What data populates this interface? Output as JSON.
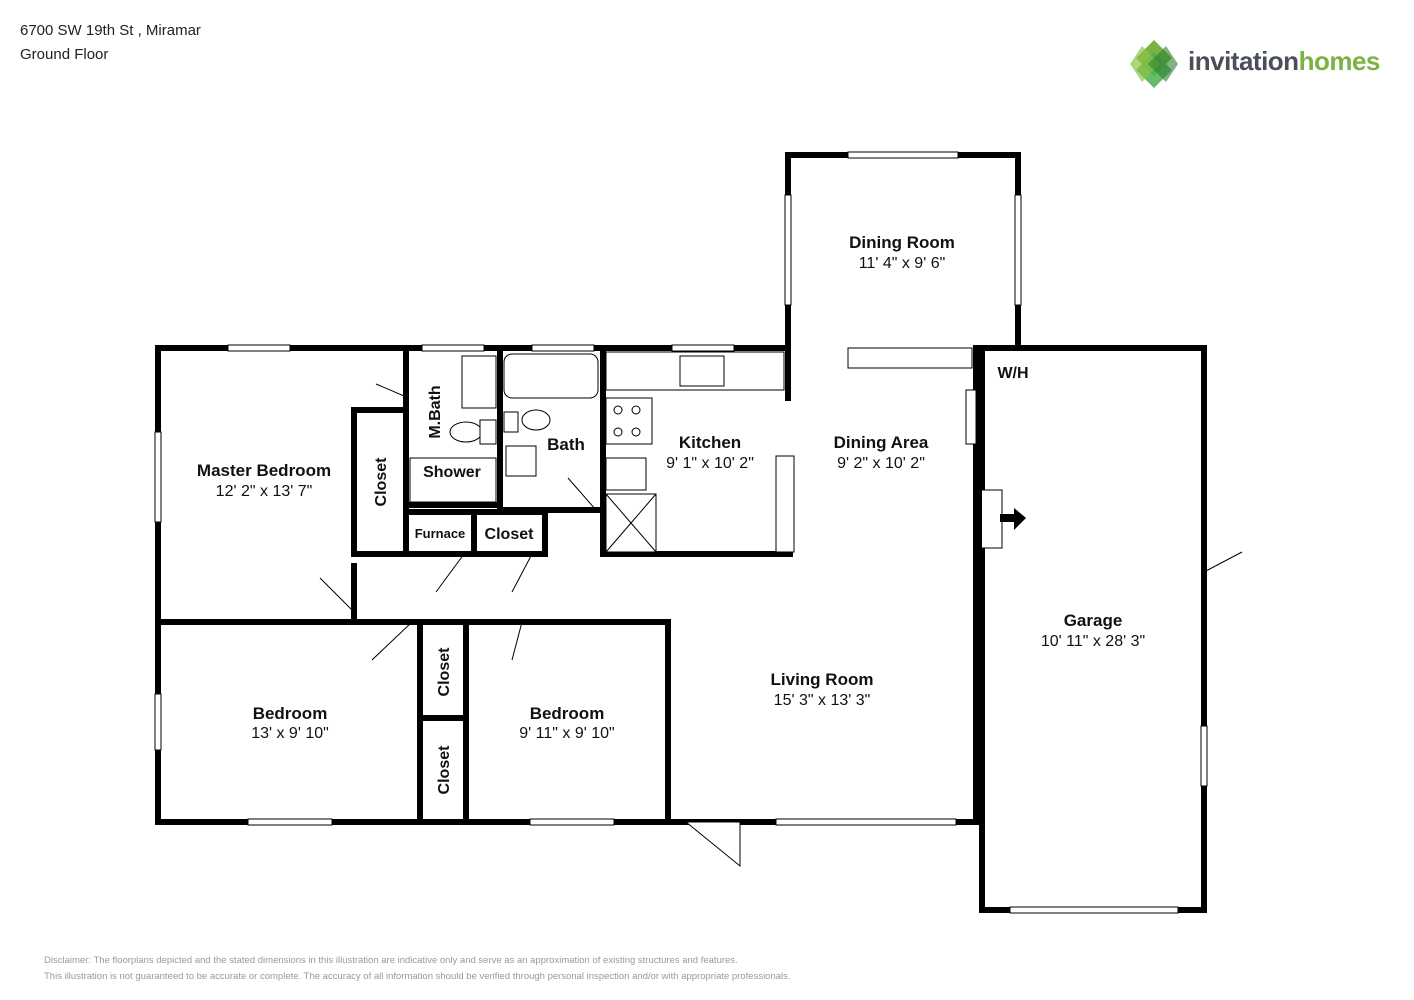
{
  "header": {
    "address": "6700 SW 19th St , Miramar",
    "floor": "Ground Floor"
  },
  "logo": {
    "word1": "invitation",
    "word2": "homes",
    "color_dark": "#4a5058",
    "color_green": "#7bb342"
  },
  "rooms": {
    "dining_room": {
      "name": "Dining Room",
      "dims": "11' 4\" x 9' 6\""
    },
    "dining_area": {
      "name": "Dining Area",
      "dims": "9' 2\" x 10' 2\""
    },
    "kitchen": {
      "name": "Kitchen",
      "dims": "9' 1\" x 10' 2\""
    },
    "master_bedroom": {
      "name": "Master Bedroom",
      "dims": "12' 2\" x 13' 7\""
    },
    "living_room": {
      "name": "Living Room",
      "dims": "15' 3\" x 13' 3\""
    },
    "garage": {
      "name": "Garage",
      "dims": "10' 11\" x 28' 3\""
    },
    "bedroom_left": {
      "name": "Bedroom",
      "dims": "13' x 9' 10\""
    },
    "bedroom_mid": {
      "name": "Bedroom",
      "dims": "9' 11\" x 9' 10\""
    },
    "bath": {
      "name": "Bath"
    },
    "m_bath": {
      "name": "M.Bath"
    },
    "shower": {
      "name": "Shower"
    },
    "closet_master": {
      "name": "Closet"
    },
    "closet_hall": {
      "name": "Closet"
    },
    "closet_bed1": {
      "name": "Closet"
    },
    "closet_bed2": {
      "name": "Closet"
    },
    "furnace": {
      "name": "Furnace"
    },
    "water_heater": {
      "name": "W/H"
    }
  },
  "disclaimer": {
    "line1": "Disclaimer: The floorplans depicted and the stated dimensions in this illustration are indicative only and serve as an approximation of existing structures and features.",
    "line2": "This illustration is not guaranteed to be accurate or complete. The accuracy of all information should be verified through personal inspection and/or with appropriate professionals."
  }
}
